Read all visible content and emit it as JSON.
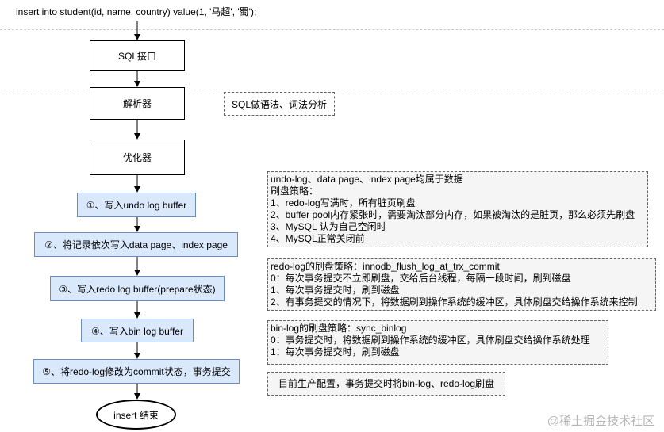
{
  "sql_statement": "insert into student(id, name, country) value(1, '马超', '蜀');",
  "flow": {
    "sql_interface": "SQL接口",
    "parser": "解析器",
    "optimizer": "优化器",
    "step1": "①、写入undo log buffer",
    "step2": "②、将记录依次写入data page、index page",
    "step3": "③、写入redo log buffer(prepare状态)",
    "step4": "④、写入bin log buffer",
    "step5": "⑤、将redo-log修改为commit状态，事务提交",
    "end": "insert 结束"
  },
  "notes": {
    "parser_note": "SQL做语法、词法分析",
    "undo_note": [
      "undo-log、data page、index page均属于数据",
      "刷盘策略：",
      "1、redo-log写满时，所有脏页刷盘",
      "2、buffer pool内存紧张时，需要淘汰部分内存，如果被淘汰的是脏页，那么必须先刷盘",
      "3、MySQL 认为自己空闲时",
      "4、MySQL正常关闭前"
    ],
    "redo_note": [
      "redo-log的刷盘策略：innodb_flush_log_at_trx_commit",
      "0：每次事务提交不立即刷盘，交给后台线程，每隔一段时间，刷到磁盘",
      "1、每次事务提交时，刷到磁盘",
      "2、有事务提交的情况下，将数据刷到操作系统的缓冲区，具体刷盘交给操作系统来控制"
    ],
    "binlog_note": [
      "bin-log的刷盘策略：sync_binlog",
      "0：事务提交时，将数据刷到操作系统的缓冲区，具体刷盘交给操作系统处理",
      "1：每次事务提交时，刷到磁盘"
    ],
    "config_note": "目前生产配置，事务提交时将bin-log、redo-log刷盘"
  },
  "watermark": "@稀土掘金技术社区",
  "colors": {
    "step_fill": "#dae8fc",
    "step_stroke": "#6c8ebf",
    "note_fill": "#f5f5f5",
    "note_stroke": "#666666"
  }
}
